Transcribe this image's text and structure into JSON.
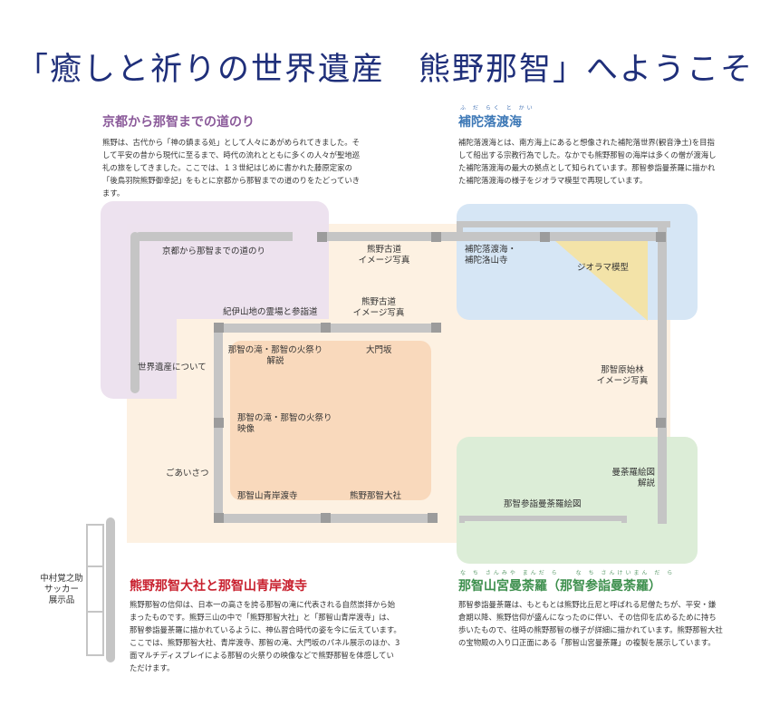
{
  "title": "「癒しと祈りの世界遺産　熊野那智」へようこそ",
  "sections": {
    "kyoto": {
      "heading": "京都から那智までの道のり",
      "text": "熊野は、古代から「神の鎮まる処」として人々にあがめられてきました。そして平安の昔から現代に至るまで、時代の流れとともに多くの人々が聖地巡礼の旅をしてきました。ここでは、１３世紀はじめに書かれた藤原定家の「後鳥羽院熊野御幸記」をもとに京都から那智までの道のりをたどっていきます。"
    },
    "fudaraku": {
      "ruby": "ふ だ らく と かい",
      "heading": "補陀落渡海",
      "text": "補陀落渡海とは、南方海上にあると想像された補陀落世界(観音浄土)を目指して船出する宗教行為でした。なかでも熊野那智の海岸は多くの僧が渡海した補陀落渡海の最大の拠点として知られています。那智参詣曼荼羅に描かれた補陀落渡海の様子をジオラマ模型で再現しています。"
    },
    "taisha": {
      "heading": "熊野那智大社と那智山青岸渡寺",
      "text": "熊野那智の信仰は、日本一の高さを誇る那智の滝に代表される自然崇拝から始まったものです。熊野三山の中で「熊野那智大社」と「那智山青岸渡寺」は、那智参詣曼荼羅に描かれているように、神仏習合時代の姿を今に伝えています。ここでは、熊野那智大社、青岸渡寺、那智の滝、大門坂のパネル展示のほか、3面マルチディスプレイによる那智の火祭りの映像などで熊野那智を体感していただけます。"
    },
    "mandala": {
      "ruby": "な ち さんみや まんだ ら　　な ち さんけいまん だ ら",
      "heading": "那智山宮曼荼羅（那智参詣曼荼羅）",
      "text": "那智参詣曼荼羅は、もともとは熊野比丘尼と呼ばれる尼僧たちが、平安・鎌倉期以降、熊野信仰が盛んになったのに伴い、その信仰を広めるために持ち歩いたもので、往時の熊野那智の様子が詳細に描かれています。熊野那智大社の宝物殿の入り口正面にある「那智山宮曼荼羅」の複製を展示しています。"
    }
  },
  "map_labels": {
    "kyoto_road": "京都から那智までの道のり",
    "kumano_photo_1": "熊野古道\nイメージ写真",
    "fudaraku_temple": "補陀落渡海・\n補陀洛山寺",
    "diorama": "ジオラマ模型",
    "kii_sacred": "紀伊山地の霊場と参詣道",
    "kumano_photo_2": "熊野古道\nイメージ写真",
    "waterfall_panel": "那智の滝・那智の火祭り\n解説",
    "daimonzaka": "大門坂",
    "world_heritage": "世界遺産について",
    "primeval_forest": "那智原始林\nイメージ写真",
    "waterfall_video": "那智の滝・那智の火祭り\n映像",
    "greeting": "ごあいさつ",
    "mandala_desc": "曼荼羅絵図\n解説",
    "seigantoji": "那智山青岸渡寺",
    "taisha_label": "熊野那智大社",
    "mandala_picture": "那智参詣曼荼羅絵図",
    "nakamura": "中村覚之助\nサッカー\n展示品"
  },
  "colors": {
    "title": "#1f2f7a",
    "kyoto_heading": "#8b5a9a",
    "fudaraku_heading": "#3d78b6",
    "taisha_heading": "#c8202e",
    "mandala_heading": "#3d8f4d",
    "purple_zone": "#ece0ee",
    "blue_zone": "#d6e6f5",
    "green_zone": "#dcedd7",
    "peach_zone": "#fdf1e2",
    "orange_zone": "#f9d9bc",
    "diorama": "#f3e3a8"
  }
}
